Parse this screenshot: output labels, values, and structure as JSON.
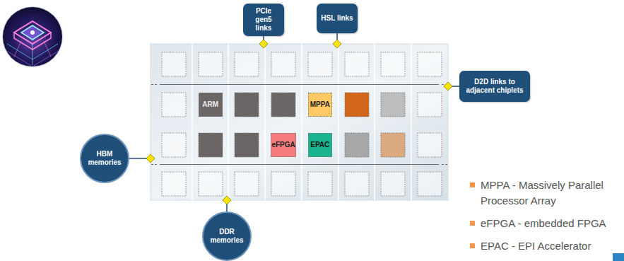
{
  "diagram": {
    "nodes": [
      {
        "text": [
          "PCIe gen5 links"
        ]
      },
      {
        "text": [
          "HSL links"
        ]
      },
      {
        "text": [
          "D2D links to adjacent chiplets"
        ]
      },
      {
        "text": [
          "ARM"
        ]
      },
      {
        "text": [
          "MPPA"
        ]
      },
      {
        "text": [
          "eFPGA"
        ]
      },
      {
        "text": [
          "EPAC"
        ]
      },
      {
        "text": [
          "HBM memories"
        ]
      },
      {
        "text": [
          "DDR memories"
        ]
      }
    ],
    "labels": [
      "MPPA - Massively Parallel Processor Array",
      "eFPGA - embedded FPGA",
      "EPAC - EPI Accelerator"
    ]
  }
}
